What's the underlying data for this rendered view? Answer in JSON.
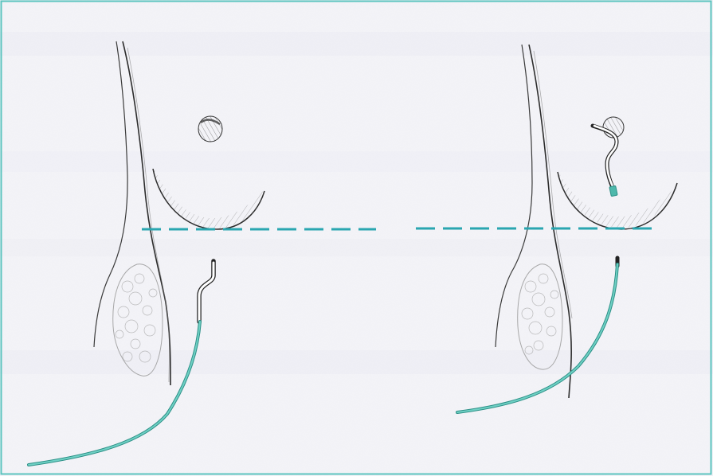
{
  "figure": {
    "panels": [
      {
        "id": "left-panel"
      },
      {
        "id": "right-panel"
      }
    ]
  },
  "colors": {
    "frame": "#5cc4bf",
    "paper": "#f4f4f8",
    "pencil": "#3a3a3a",
    "pencil_light": "#8a8a8a",
    "teal_line": "#2aa6b0",
    "catheter": "#4db8ab",
    "catheter_dark": "#2b8f86"
  },
  "icons": {
    "frame": "figure-frame",
    "reference_line": "dashed-reference-line",
    "catheter": "catheter-tube"
  }
}
